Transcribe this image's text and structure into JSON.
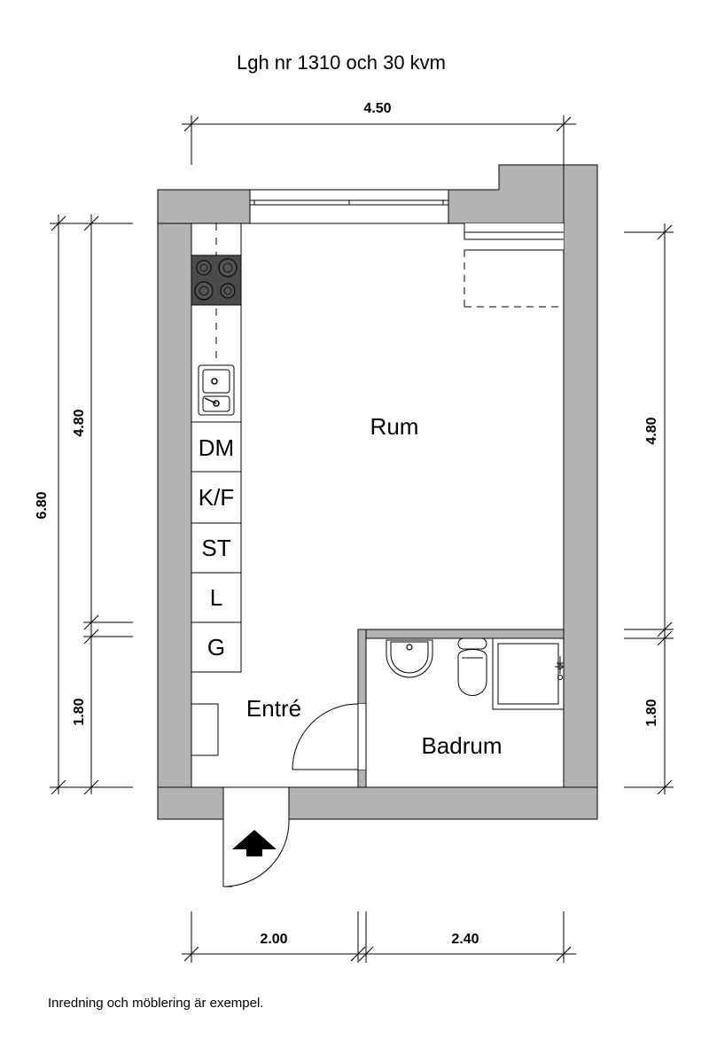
{
  "title": "Lgh nr 1310 och 30 kvm",
  "dimensions": {
    "top_width": "4.50",
    "left_total": "6.80",
    "left_upper": "4.80",
    "left_lower": "1.80",
    "right_upper": "4.80",
    "right_lower": "1.80",
    "bottom_left": "2.00",
    "bottom_right": "2.40"
  },
  "rooms": {
    "main": "Rum",
    "entry": "Entré",
    "bath": "Badrum"
  },
  "appliances": {
    "dishwasher": "DM",
    "fridge_freezer": "K/F",
    "cupboard": "ST",
    "l_cabinet": "L",
    "g_cabinet": "G"
  },
  "footnote": "Inredning och möblering är exempel.",
  "icons": [
    "entrance-arrow-icon",
    "stove-icon",
    "sink-icon",
    "washbasin-icon",
    "toilet-icon",
    "shower-icon"
  ]
}
